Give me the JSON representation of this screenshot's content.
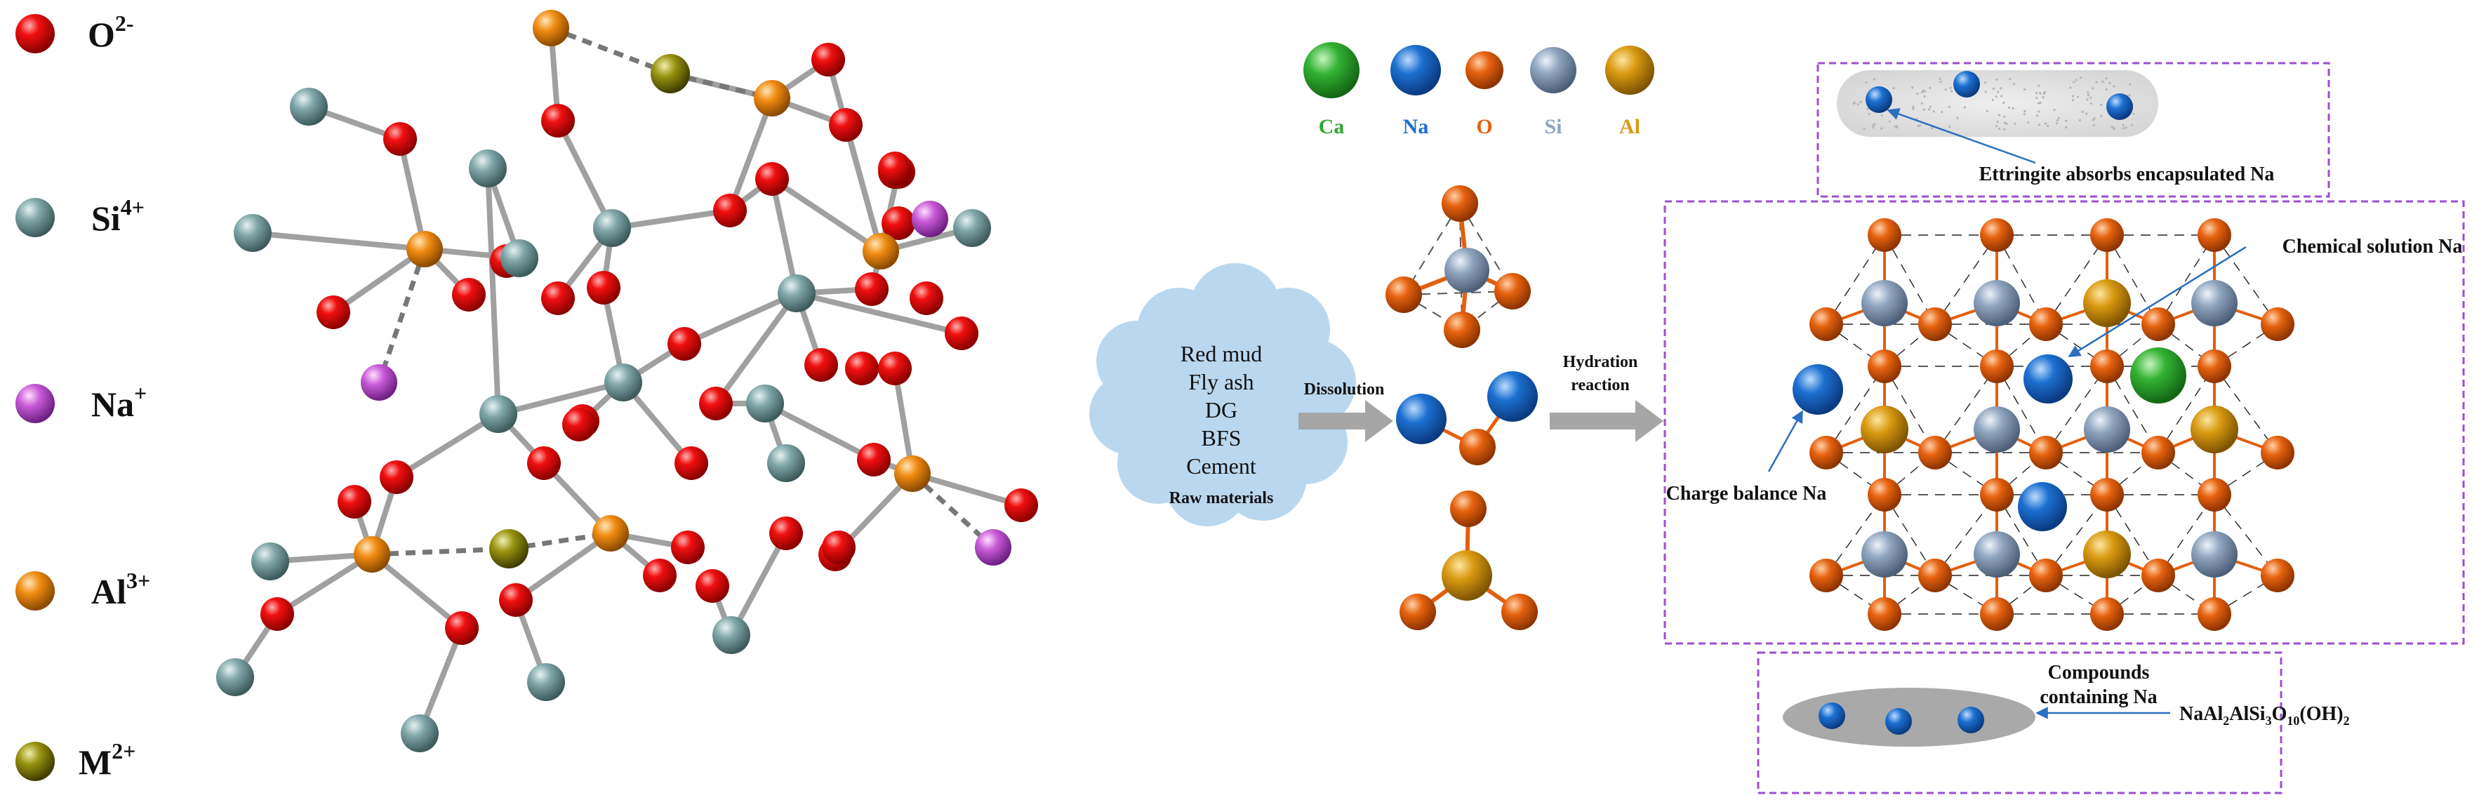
{
  "legend_left": [
    {
      "label": "O",
      "sup": "2-",
      "color": "#e01010"
    },
    {
      "label": "Si",
      "sup": "4+",
      "color": "#6e9a9c"
    },
    {
      "label": "Na",
      "sup": "+",
      "color": "#c25ad6"
    },
    {
      "label": "Al",
      "sup": "3+",
      "color": "#ef8a10"
    },
    {
      "label": "M",
      "sup": "2+",
      "color": "#8e8a10"
    }
  ],
  "legend_right": [
    {
      "label": "Ca",
      "color": "#2fa82f",
      "text_color": "#2fa82f"
    },
    {
      "label": "Na",
      "color": "#1c6fcf",
      "text_color": "#1c6fcf"
    },
    {
      "label": "O",
      "color": "#e2600f",
      "text_color": "#e2600f"
    },
    {
      "label": "Si",
      "color": "#8ea3bd",
      "text_color": "#8ea3bd"
    },
    {
      "label": "Al",
      "color": "#d99a12",
      "text_color": "#d99a12"
    }
  ],
  "raw_materials": {
    "items": [
      "Red mud",
      "Fly ash",
      "DG",
      "BFS",
      "Cement"
    ],
    "caption": "Raw materials"
  },
  "process": {
    "dissolution": "Dissolution",
    "hydration_line1": "Hydration",
    "hydration_line2": "reaction"
  },
  "annotations": {
    "ettringite": "Ettringite absorbs encapsulated Na",
    "chemical_solution": "Chemical solution Na",
    "charge_balance": "Charge balance Na",
    "compounds_line1": "Compounds",
    "compounds_line2": "containing Na",
    "formula": {
      "a": "NaAl",
      "b": "2",
      "c": "AlSi",
      "d": "3",
      "e": "O",
      "f": "10",
      "g": "(OH)",
      "h": "2"
    }
  },
  "colors": {
    "oxygen_red": "#e01010",
    "silicon_grey": "#6e9a9c",
    "sodium_purple": "#c25ad6",
    "aluminium_orange": "#ef8a10",
    "metal_olive": "#8e8a10",
    "ca_green": "#2fa82f",
    "na_blue": "#1c6fcf",
    "o_orange": "#e2600f",
    "si_steel": "#8ea3bd",
    "al_gold": "#d99a12",
    "cloud_blue": "#b9d8ef",
    "frame_purple": "#9b4fd0",
    "arrow_grey": "#a6a6a6",
    "pointer_blue": "#2a6fc0"
  }
}
